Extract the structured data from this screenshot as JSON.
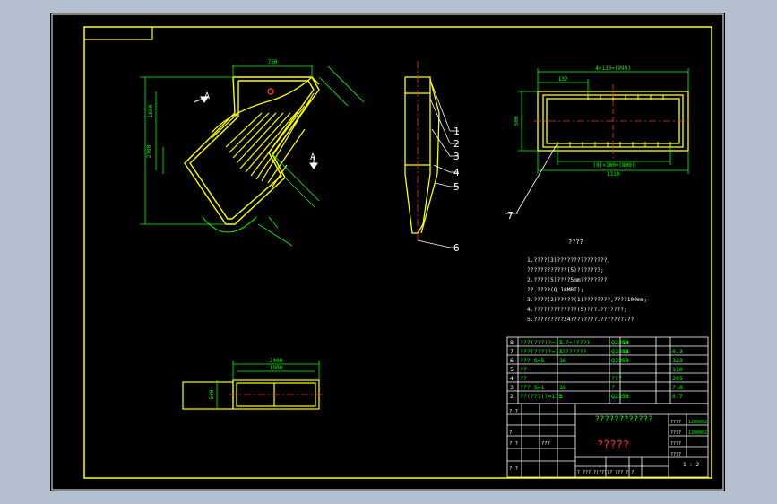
{
  "drawing": {
    "title_block_label": "?????",
    "title_block_header": "????????????",
    "notes_title": "????",
    "notes": [
      "1.????(3)???????????????,",
      "  ????????????(5)???????;",
      "2.????(5)????5mm????????",
      "  ??.????(Q 18MBT);",
      "3.????(2)?????(1)????????,????100mm;",
      "4.?????????????(5)???.???????;",
      "5.?????????24????????.??????????"
    ],
    "balloons": [
      "1",
      "2",
      "3",
      "4",
      "5",
      "6",
      "7"
    ],
    "section_marks": [
      "A",
      "A"
    ],
    "dimensions": {
      "front_top": "750",
      "front_left_height": "2700",
      "front_left_inner": "1600",
      "side_total": "4×133=(999)",
      "side_left": "132",
      "side_height": "500",
      "side_inner": "(8)×100=(800)",
      "side_bottom": "1310",
      "plan_total": "2400",
      "plan_inner": "1900",
      "plan_height": "500"
    },
    "parts_rows": [
      [
        "8",
        "???(???)?=??.?=(???)",
        "1",
        "Q235B",
        "13",
        ""
      ],
      [
        "7",
        "???(???)?=?????????",
        "1",
        "Q235B",
        "11",
        "0.3"
      ],
      [
        "6",
        "??? S=5",
        "16",
        "Q235B",
        "",
        "323"
      ],
      [
        "5",
        "??",
        "",
        "",
        "",
        "110"
      ],
      [
        "4",
        "??",
        "",
        "???",
        "",
        "205"
      ],
      [
        "3",
        "??? S=1",
        "16",
        "?",
        "",
        "7.8"
      ],
      [
        "2",
        "??(???)?=115",
        "1",
        "Q235B",
        "",
        "0.7"
      ]
    ],
    "tb_rows_left": [
      "? ?",
      "?",
      "? ?",
      "???",
      "? ?"
    ],
    "tb_right_codes": [
      "????",
      "????",
      "????",
      "????"
    ],
    "tb_right_values": [
      "1200002",
      "1200002",
      "",
      ""
    ],
    "tb_scale": "1 : 2",
    "tb_bottom": "? ??? ?(??)?? ??? ? ?"
  }
}
